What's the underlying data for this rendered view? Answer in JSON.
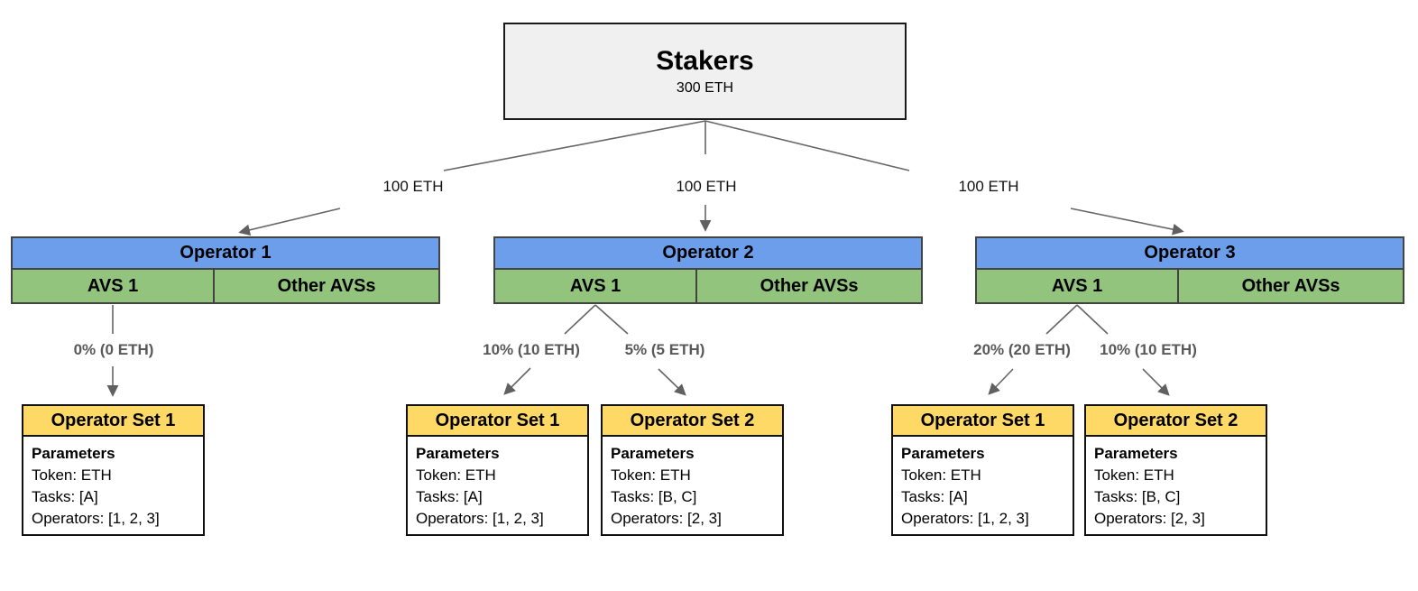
{
  "colors": {
    "stakers_fill": "#f0f0f0",
    "operator_blue": "#6d9eeb",
    "avs_green": "#93c47d",
    "operator_set_yellow": "#ffd966",
    "connector_gray": "#666666",
    "delegation_label_gray": "#595959",
    "border_dark": "#434343"
  },
  "stakers": {
    "title": "Stakers",
    "amount": "300 ETH"
  },
  "allocations": [
    {
      "label": "100 ETH"
    },
    {
      "label": "100 ETH"
    },
    {
      "label": "100 ETH"
    }
  ],
  "operators": [
    {
      "title": "Operator 1",
      "avs_label": "AVS 1",
      "other_label": "Other AVSs"
    },
    {
      "title": "Operator 2",
      "avs_label": "AVS 1",
      "other_label": "Other AVSs"
    },
    {
      "title": "Operator 3",
      "avs_label": "AVS 1",
      "other_label": "Other AVSs"
    }
  ],
  "delegations": [
    {
      "label": "0% (0 ETH)"
    },
    {
      "label": "10% (10 ETH)"
    },
    {
      "label": "5% (5 ETH)"
    },
    {
      "label": "20% (20 ETH)"
    },
    {
      "label": "10% (10 ETH)"
    }
  ],
  "operator_sets": [
    {
      "title": "Operator Set 1",
      "params_label": "Parameters",
      "token": "Token: ETH",
      "tasks": "Tasks: [A]",
      "operators": "Operators: [1, 2, 3]"
    },
    {
      "title": "Operator Set 1",
      "params_label": "Parameters",
      "token": "Token: ETH",
      "tasks": "Tasks: [A]",
      "operators": "Operators: [1, 2, 3]"
    },
    {
      "title": "Operator Set 2",
      "params_label": "Parameters",
      "token": "Token: ETH",
      "tasks": "Tasks: [B, C]",
      "operators": "Operators: [2, 3]"
    },
    {
      "title": "Operator Set 1",
      "params_label": "Parameters",
      "token": "Token: ETH",
      "tasks": "Tasks: [A]",
      "operators": "Operators: [1, 2, 3]"
    },
    {
      "title": "Operator Set 2",
      "params_label": "Parameters",
      "token": "Token: ETH",
      "tasks": "Tasks: [B, C]",
      "operators": "Operators: [2, 3]"
    }
  ]
}
